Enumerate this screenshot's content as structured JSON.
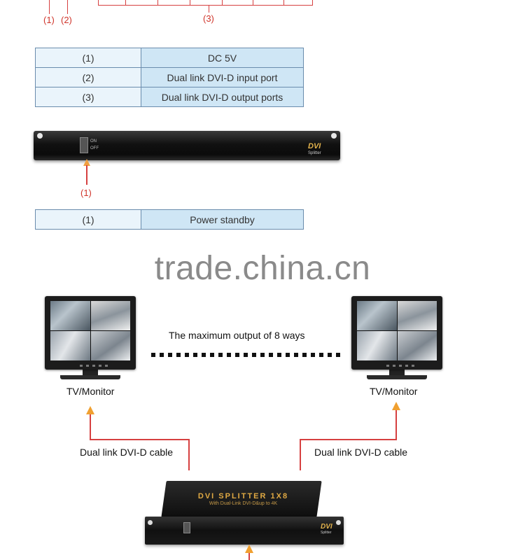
{
  "top_section": {
    "labels": [
      "(1)",
      "(2)",
      "(3)"
    ]
  },
  "port_table": {
    "rows": [
      {
        "key": "(1)",
        "value": "DC 5V"
      },
      {
        "key": "(2)",
        "value": "Dual link DVI-D input port"
      },
      {
        "key": "(3)",
        "value": "Dual link DVI-D output ports"
      }
    ]
  },
  "front_panel": {
    "switch_on": "ON",
    "switch_off": "OFF",
    "logo": "DVI",
    "logo_sub": "Splitter",
    "pointer_label": "(1)"
  },
  "power_table": {
    "rows": [
      {
        "key": "(1)",
        "value": "Power standby"
      }
    ]
  },
  "watermark": "trade.china.cn",
  "diagram": {
    "max_output_text": "The maximum output of 8 ways",
    "left_monitor_label": "TV/Monitor",
    "right_monitor_label": "TV/Monitor",
    "left_cable_label": "Dual link DVI-D cable",
    "right_cable_label": "Dual link DVI-D cable",
    "splitter_title": "DVI SPLITTER 1X8",
    "splitter_subtitle": "With Dual-Link DVI-D&up to 4K",
    "splitter_logo": "DVI",
    "splitter_logo_sub": "Splitter"
  },
  "colors": {
    "outline_red": "#d64040",
    "arrow_orange": "#f0a040",
    "table_border": "#6a8cad",
    "table_key_bg": "#eaf4fb",
    "table_value_bg": "#cfe6f5",
    "logo_gold": "#e2b24c"
  }
}
